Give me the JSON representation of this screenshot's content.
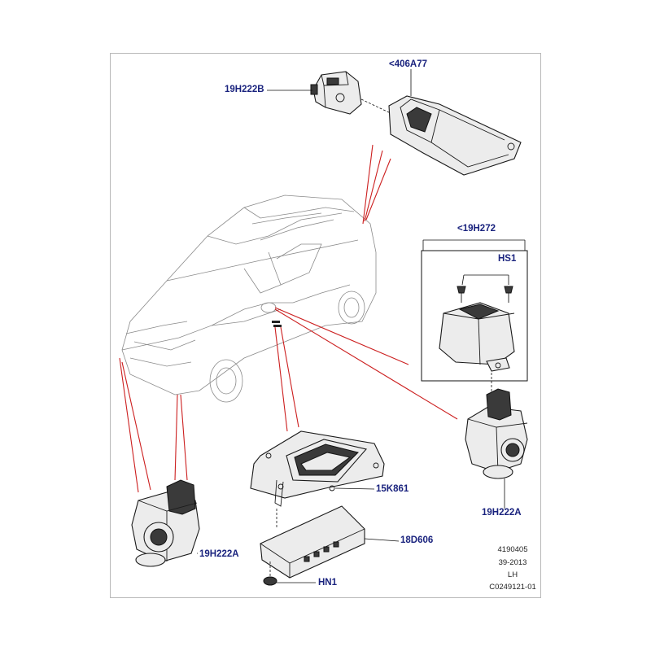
{
  "labels": {
    "top_left_part": "19H222B",
    "top_right_part": "<406A77",
    "detail_group": "<19H272",
    "detail_screws": "HS1",
    "bracket": "15K861",
    "right_camera": "19H222A",
    "module": "18D606",
    "left_camera": "19H222A",
    "nut": "HN1"
  },
  "reference": {
    "number": "4190405",
    "date": "39-2013",
    "side": "LH",
    "code": "C0249121-01"
  },
  "colors": {
    "label_text": "#1a237e",
    "callout_lines": "#cc1f1f",
    "frame": "#b9b9b9"
  }
}
